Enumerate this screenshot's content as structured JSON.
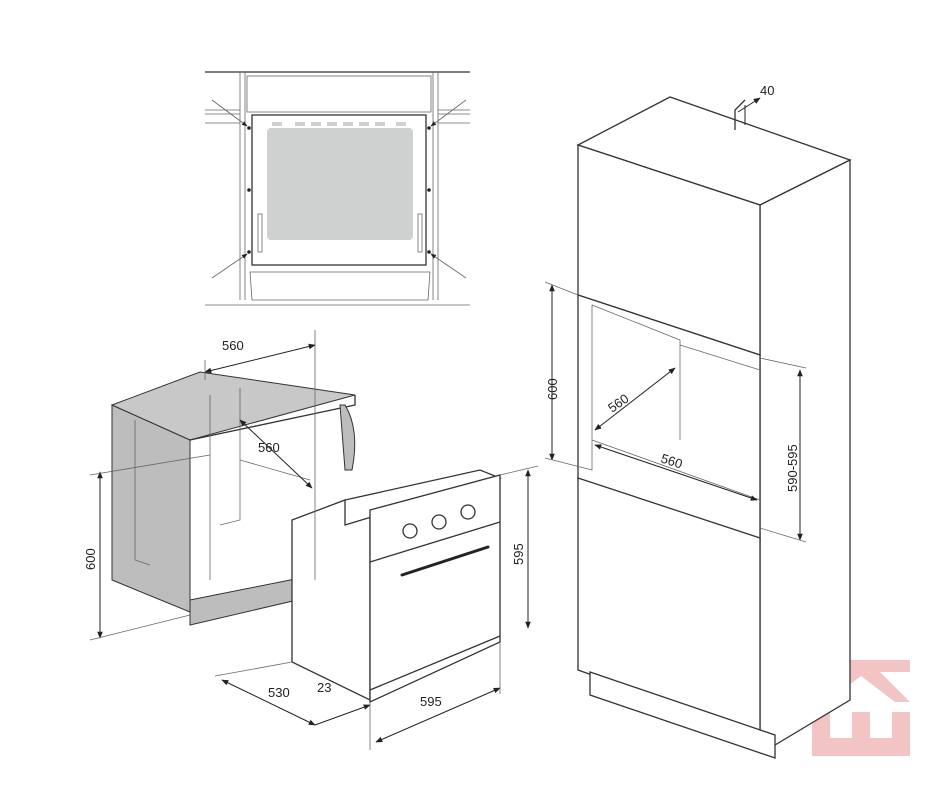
{
  "installation_drawing": {
    "front_view": {
      "description_labels": []
    },
    "undercounter": {
      "niche_width_top": "560",
      "niche_depth": "560",
      "niche_height": "600",
      "oven_height": "595",
      "oven_depth": "530",
      "door_thickness": "23",
      "oven_width": "595"
    },
    "tall_cabinet": {
      "rear_gap": "40",
      "niche_height": "600",
      "niche_depth": "560",
      "niche_width": "560",
      "niche_opening_height": "590-595"
    }
  },
  "watermark_color": "#f2c4c4"
}
